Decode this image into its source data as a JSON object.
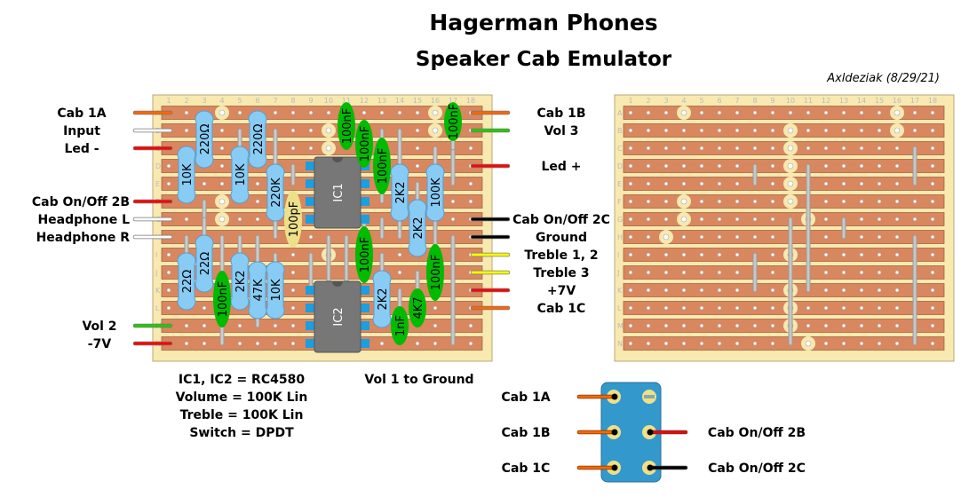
{
  "title": "Hagerman Phones",
  "subtitle": "Speaker Cab Emulator",
  "author": "Axldeziak (8/29/21)",
  "column_numbers": [
    "1",
    "2",
    "3",
    "4",
    "5",
    "6",
    "7",
    "8",
    "9",
    "10",
    "11",
    "12",
    "13",
    "14",
    "15",
    "16",
    "17",
    "18"
  ],
  "row_letters": [
    "A",
    "B",
    "C",
    "D",
    "E",
    "F",
    "G",
    "H",
    "I",
    "J",
    "K",
    "L",
    "M",
    "N"
  ],
  "left_labels": [
    "Cab 1A",
    "Input",
    "Led -",
    "Cab On/Off 2B",
    "Headphone L",
    "Headphone R",
    "Vol 2",
    "-7V"
  ],
  "right_labels": [
    "Cab 1B",
    "Vol 3",
    "Led +",
    "Cab On/Off 2C",
    "Ground",
    "Treble 1, 2",
    "Treble 3",
    "+7V",
    "Cab 1C"
  ],
  "notes": [
    "IC1, IC2 = RC4580",
    "Volume = 100K Lin",
    "Treble = 100K Lin",
    "Switch = DPDT"
  ],
  "vol1_note": "Vol 1 to Ground",
  "ics": [
    "IC1",
    "IC2"
  ],
  "resistors": [
    "10K",
    "220Ω",
    "10K",
    "220Ω",
    "220K",
    "2K2",
    "100K",
    "2K2",
    "22Ω",
    "22Ω",
    "2K2",
    "47K",
    "10K",
    "2K2"
  ],
  "capacitors": [
    "100nF",
    "100nF",
    "100nF",
    "100nF",
    "100nF",
    "100nF",
    "100nF",
    "1nF",
    "4K7",
    "100pF"
  ],
  "switch": {
    "left_labels": [
      "Cab 1A",
      "Cab 1B",
      "Cab 1C"
    ],
    "right_labels": [
      "Cab On/Off 2B",
      "Cab On/Off 2C"
    ]
  },
  "colors": {
    "board": "#f7e9b0",
    "strip": "#d9875f",
    "resistor": "#88ccf5",
    "film_cap": "#00bb00",
    "ceramic_cap": "#eee08a",
    "ic": "#777777",
    "switch": "#3399cc",
    "wire_orange": "#ff6600",
    "wire_red": "#ff0000",
    "wire_green": "#22cc00",
    "wire_yellow": "#ffff00",
    "wire_black": "#000000",
    "wire_white": "#ffffff"
  }
}
